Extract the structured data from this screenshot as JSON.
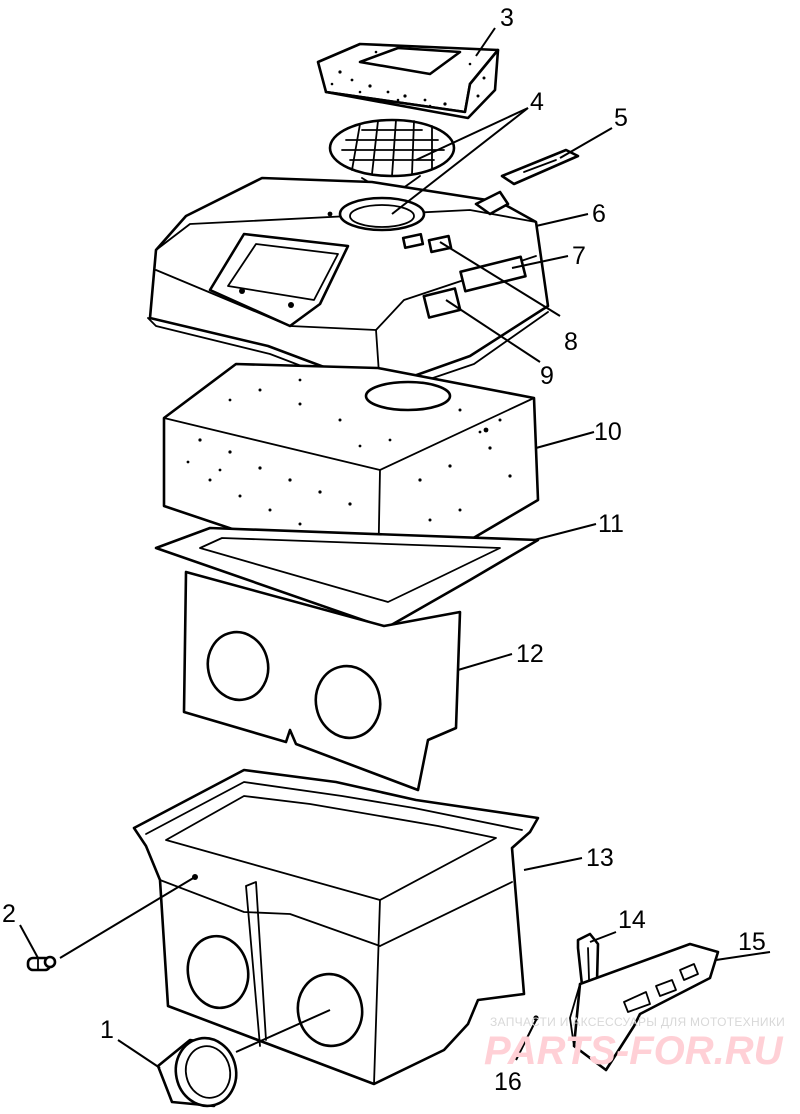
{
  "diagram": {
    "callouts": [
      {
        "id": "c1",
        "text": "1"
      },
      {
        "id": "c2",
        "text": "2"
      },
      {
        "id": "c3",
        "text": "3"
      },
      {
        "id": "c4",
        "text": "4"
      },
      {
        "id": "c5",
        "text": "5"
      },
      {
        "id": "c6",
        "text": "6"
      },
      {
        "id": "c7",
        "text": "7"
      },
      {
        "id": "c8",
        "text": "8"
      },
      {
        "id": "c9",
        "text": "9"
      },
      {
        "id": "c10",
        "text": "10"
      },
      {
        "id": "c11",
        "text": "11"
      },
      {
        "id": "c12",
        "text": "12"
      },
      {
        "id": "c13",
        "text": "13"
      },
      {
        "id": "c14",
        "text": "14"
      },
      {
        "id": "c15",
        "text": "15"
      },
      {
        "id": "c16",
        "text": "16"
      }
    ]
  },
  "watermark": {
    "tagline": "ЗАПЧАСТИ И АКСЕССУАРЫ ДЛЯ МОТОТЕХНИКИ",
    "brand": "PARTS-FOR.RU",
    "color": "#ffc0c8"
  },
  "colors": {
    "line": "#000000",
    "background": "#ffffff"
  }
}
